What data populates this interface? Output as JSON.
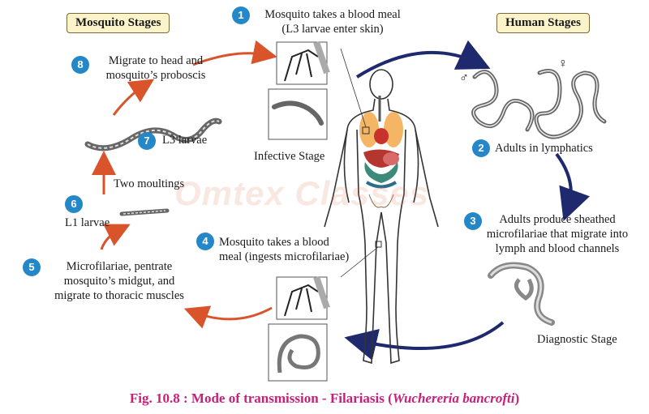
{
  "stage_titles": {
    "mosquito": "Mosquito Stages",
    "human": "Human Stages"
  },
  "steps": [
    {
      "num": "1",
      "lines": [
        "Mosquito takes a blood meal",
        "(L3 larvae enter skin)"
      ]
    },
    {
      "num": "2",
      "lines": [
        "Adults in lymphatics"
      ]
    },
    {
      "num": "3",
      "lines": [
        "Adults produce sheathed",
        "microfilariae that migrate into",
        "lymph and blood channels"
      ]
    },
    {
      "num": "4",
      "lines": [
        "Mosquito takes a blood",
        "meal (ingests microfilariae)"
      ]
    },
    {
      "num": "5",
      "lines": [
        "Microfilariae, pentrate",
        "mosquito’s midgut, and",
        "migrate to thoracic muscles"
      ]
    },
    {
      "num": "6",
      "lines": [
        "L1 larvae"
      ]
    },
    {
      "num": "7",
      "lines": [
        "L3 larvae"
      ]
    },
    {
      "num": "8",
      "lines": [
        "Migrate to head and",
        "mosquito’s proboscis"
      ]
    }
  ],
  "labels": {
    "infective_stage": "Infective Stage",
    "diagnostic_stage": "Diagnostic Stage",
    "two_moultings": "Two moultings",
    "male_symbol": "♂",
    "female_symbol": "♀"
  },
  "watermark": "Omtex Classes",
  "caption": {
    "prefix": "Fig. 10.8 : Mode of transmission - Filariasis (",
    "species": "Wuchereria bancrofti",
    "suffix": ")"
  },
  "colors": {
    "badge": "#2488c8",
    "caption": "#c8207a",
    "red_arrow": "#d9532b",
    "blue_arrow": "#1f2a6e"
  }
}
